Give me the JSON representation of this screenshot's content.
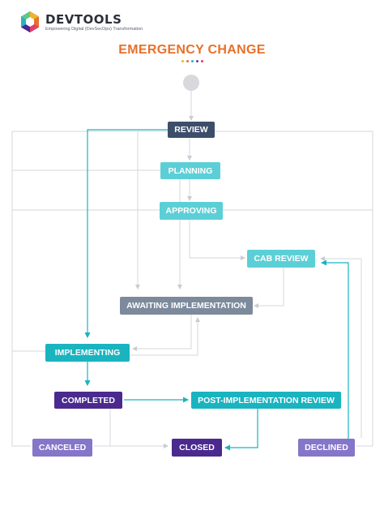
{
  "brand": {
    "name": "DEVTOOLS",
    "tagline": "Empowering Digital (DevSecOps) Transformation"
  },
  "diagram": {
    "title": "EMERGENCY CHANGE",
    "nodes": {
      "review": "REVIEW",
      "planning": "PLANNING",
      "approving": "APPROVING",
      "cab_review": "CAB REVIEW",
      "awaiting_implementation": "AWAITING IMPLEMENTATION",
      "implementing": "IMPLEMENTING",
      "completed": "COMPLETED",
      "post_implementation_review": "POST-IMPLEMENTATION REVIEW",
      "canceled": "CANCELED",
      "closed": "CLOSED",
      "declined": "DECLINED"
    }
  },
  "colors": {
    "title": "#e8702a",
    "review": "#3d4e6b",
    "teal_light": "#5ccfd6",
    "teal_dark": "#19b4c0",
    "awaiting": "#7d8a9c",
    "purple_dark": "#4a2a8e",
    "purple_light": "#8576c9",
    "line_gray": "#d4d7dc",
    "line_teal": "#19b4c0"
  }
}
